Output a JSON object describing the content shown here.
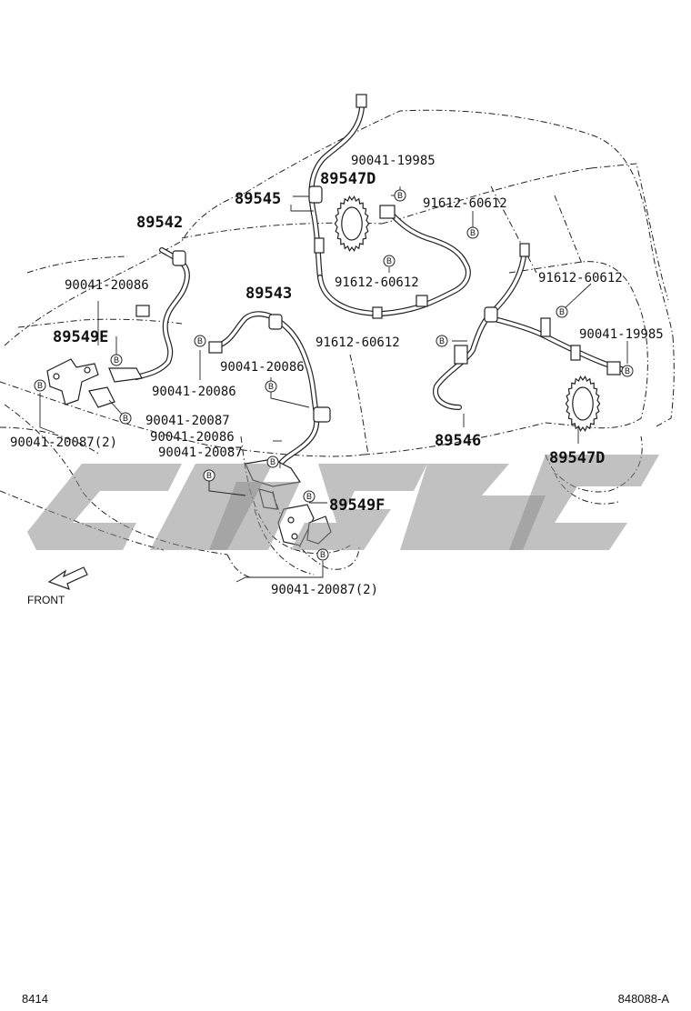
{
  "diagram": {
    "labels": {
      "p89545": "89545",
      "p89542": "89542",
      "p89543": "89543",
      "p89546": "89546",
      "p89547d_top": "89547D",
      "p89547d_bottom": "89547D",
      "p89549e": "89549E",
      "p89549f": "89549F",
      "p90041_19985_top": "90041-19985",
      "p90041_19985_right": "90041-19985",
      "p91612_60612_a": "91612-60612",
      "p91612_60612_b": "91612-60612",
      "p91612_60612_c": "91612-60612",
      "p91612_60612_d": "91612-60612",
      "p90041_20086_a": "90041-20086",
      "p90041_20086_b": "90041-20086",
      "p90041_20086_c": "90041-20086",
      "p90041_20086_d": "90041-20086",
      "p90041_20087_a": "90041-20087",
      "p90041_20087_b": "90041-20087",
      "p90041_20087_2_left": "90041-20087(2)",
      "p90041_20087_2_bottom": "90041-20087(2)"
    },
    "bolt_marker": "B",
    "front_label": "FRONT",
    "footer": {
      "left_code": "8414",
      "right_code": "848088-A"
    }
  }
}
